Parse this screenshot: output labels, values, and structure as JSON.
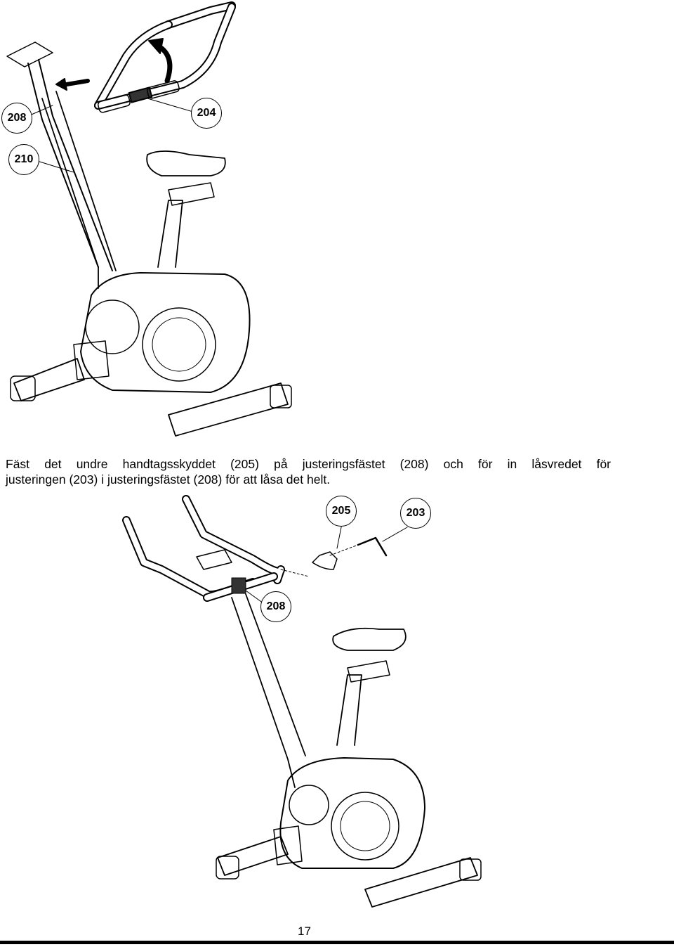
{
  "figure1": {
    "callouts": {
      "a": "208",
      "b": "204",
      "c": "210"
    }
  },
  "instruction": {
    "line1": "Fäst det undre handtagsskyddet (205) på justeringsfästet (208) och för in låsvredet för",
    "line2": "justeringen (203) i justeringsfästet (208) för att låsa det helt."
  },
  "figure2": {
    "callouts": {
      "a": "205",
      "b": "203",
      "c": "208"
    }
  },
  "footer": {
    "page_number": "17"
  }
}
